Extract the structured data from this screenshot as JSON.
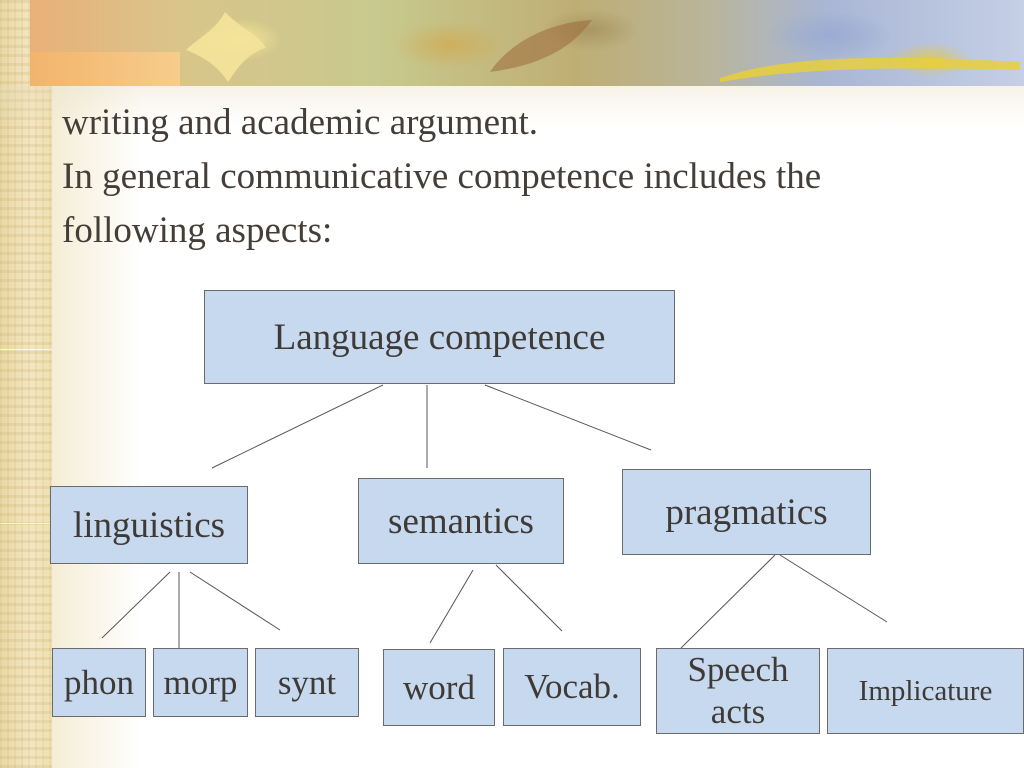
{
  "slide": {
    "intro_lines": [
      "writing and academic argument.",
      "In general communicative competence includes the",
      "following aspects:"
    ]
  },
  "diagram": {
    "root": "Language competence",
    "branches": [
      {
        "label": "linguistics",
        "children": [
          "phon",
          "morp",
          "synt"
        ]
      },
      {
        "label": "semantics",
        "children": [
          "word",
          "Vocab."
        ]
      },
      {
        "label": "pragmatics",
        "children": [
          "Speech\nacts",
          "Implicature"
        ]
      }
    ],
    "colors": {
      "box_fill": "#c6d9ef",
      "box_border": "#6b6b6b",
      "text": "#3f3a35",
      "lines": "#555555"
    }
  }
}
